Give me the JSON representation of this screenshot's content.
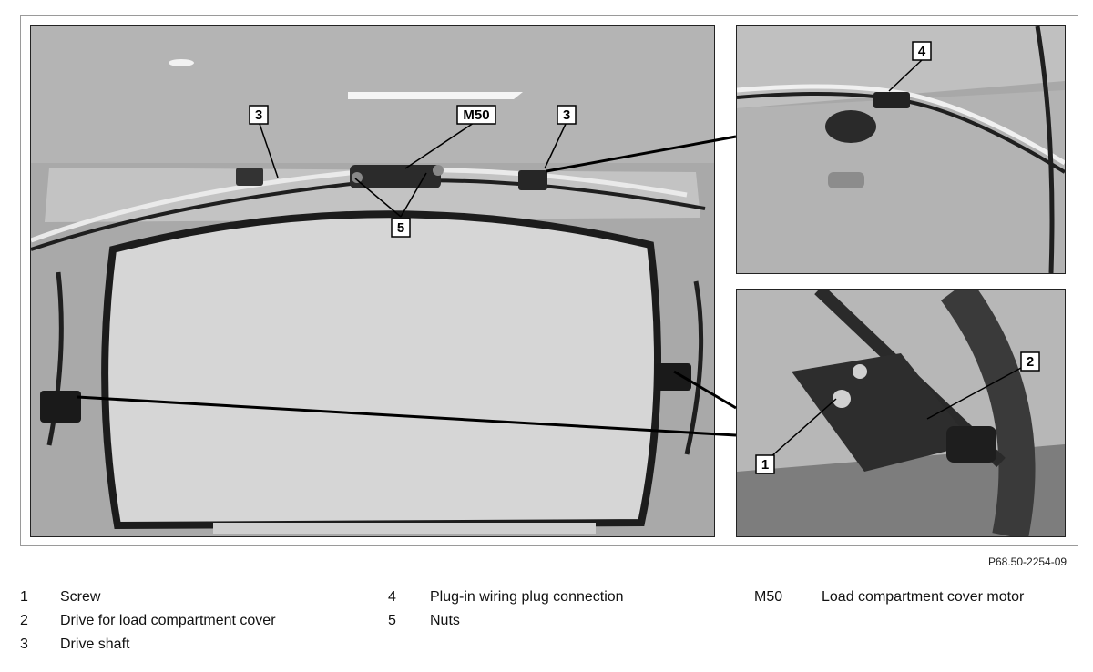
{
  "figure": {
    "reference_id": "P68.50-2254-09",
    "callouts": {
      "main_drive_shaft_left": "3",
      "main_motor": "M50",
      "main_drive_shaft_right": "3",
      "main_nuts": "5",
      "detail_top_plug": "4",
      "detail_bottom_drive": "2",
      "detail_bottom_screw": "1"
    }
  },
  "legend": [
    {
      "key": "1",
      "label": "Screw"
    },
    {
      "key": "2",
      "label": "Drive for load compartment cover"
    },
    {
      "key": "3",
      "label": "Drive shaft"
    },
    {
      "key": "4",
      "label": "Plug-in wiring plug connection"
    },
    {
      "key": "5",
      "label": "Nuts"
    },
    {
      "key": "M50",
      "label": "Load compartment cover motor"
    }
  ]
}
